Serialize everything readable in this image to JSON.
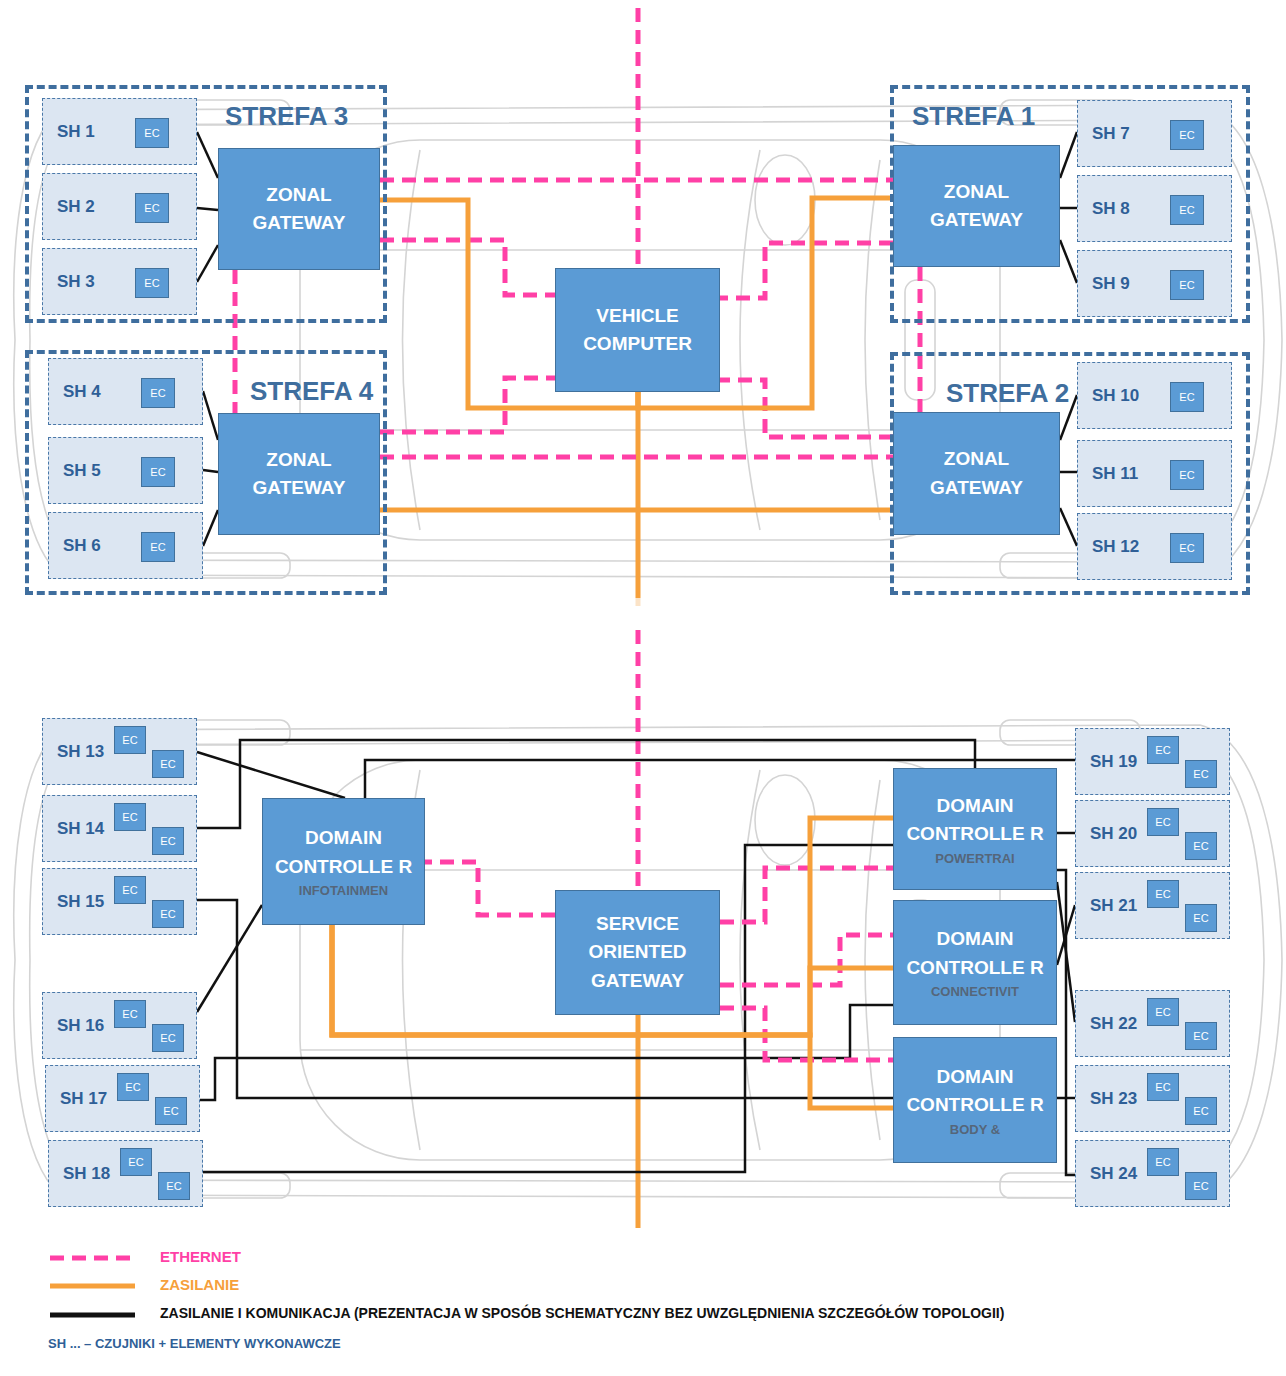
{
  "diagram": {
    "nodes": [
      {
        "text": [
          "STREFA 3"
        ]
      },
      {
        "text": [
          "SH 1"
        ],
        "in": 0
      },
      {
        "text": [
          "EC"
        ],
        "in": 1
      },
      {
        "text": [
          "SH 2"
        ],
        "in": 0
      },
      {
        "text": [
          "EC"
        ],
        "in": 3
      },
      {
        "text": [
          "SH 3"
        ],
        "in": 0
      },
      {
        "text": [
          "EC"
        ],
        "in": 5
      },
      {
        "text": [
          "ZONAL GATEWAY"
        ],
        "in": 0
      },
      {
        "text": [
          "STREFA 1"
        ]
      },
      {
        "text": [
          "ZONAL GATEWAY"
        ],
        "in": 8
      },
      {
        "text": [
          "SH 7"
        ],
        "in": 8
      },
      {
        "text": [
          "EC"
        ],
        "in": 10
      },
      {
        "text": [
          "SH 8"
        ],
        "in": 8
      },
      {
        "text": [
          "EC"
        ],
        "in": 12
      },
      {
        "text": [
          "SH 9"
        ],
        "in": 8
      },
      {
        "text": [
          "EC"
        ],
        "in": 14
      },
      {
        "text": [
          "VEHICLE COMPUTER"
        ]
      },
      {
        "text": [
          "STREFA 4"
        ]
      },
      {
        "text": [
          "SH 4"
        ],
        "in": 17
      },
      {
        "text": [
          "EC"
        ],
        "in": 18
      },
      {
        "text": [
          "SH 5"
        ],
        "in": 17
      },
      {
        "text": [
          "EC"
        ],
        "in": 20
      },
      {
        "text": [
          "SH 6"
        ],
        "in": 17
      },
      {
        "text": [
          "EC"
        ],
        "in": 22
      },
      {
        "text": [
          "ZONAL GATEWAY"
        ],
        "in": 17
      },
      {
        "text": [
          "STREFA 2"
        ]
      },
      {
        "text": [
          "ZONAL GATEWAY"
        ],
        "in": 25
      },
      {
        "text": [
          "SH 10"
        ],
        "in": 25
      },
      {
        "text": [
          "EC"
        ],
        "in": 27
      },
      {
        "text": [
          "SH 11"
        ],
        "in": 25
      },
      {
        "text": [
          "EC"
        ],
        "in": 29
      },
      {
        "text": [
          "SH 12"
        ],
        "in": 25
      },
      {
        "text": [
          "EC"
        ],
        "in": 31
      },
      {
        "text": [
          "SH 13"
        ]
      },
      {
        "text": [
          "EC"
        ],
        "in": 33
      },
      {
        "text": [
          "EC"
        ],
        "in": 33
      },
      {
        "text": [
          "SH 14"
        ]
      },
      {
        "text": [
          "EC"
        ],
        "in": 36
      },
      {
        "text": [
          "EC"
        ],
        "in": 36
      },
      {
        "text": [
          "SH 15"
        ]
      },
      {
        "text": [
          "EC"
        ],
        "in": 39
      },
      {
        "text": [
          "EC"
        ],
        "in": 39
      },
      {
        "text": [
          "DOMAIN CONTROLLE R",
          "INFOTAINMEN"
        ]
      },
      {
        "text": [
          "SERVICE ORIENTED GATEWAY"
        ]
      },
      {
        "text": [
          "SH 16"
        ]
      },
      {
        "text": [
          "EC"
        ],
        "in": 44
      },
      {
        "text": [
          "EC"
        ],
        "in": 44
      },
      {
        "text": [
          "SH 17"
        ]
      },
      {
        "text": [
          "EC"
        ],
        "in": 47
      },
      {
        "text": [
          "EC"
        ],
        "in": 47
      },
      {
        "text": [
          "SH 18"
        ]
      },
      {
        "text": [
          "EC"
        ],
        "in": 50
      },
      {
        "text": [
          "EC"
        ],
        "in": 50
      },
      {
        "text": [
          "DOMAIN CONTROLLE R",
          "POWERTRAI"
        ]
      },
      {
        "text": [
          "DOMAIN CONTROLLE R",
          "CONNECTIVIT"
        ]
      },
      {
        "text": [
          "DOMAIN CONTROLLE R",
          "BODY &"
        ]
      },
      {
        "text": [
          "SH 19"
        ]
      },
      {
        "text": [
          "EC"
        ],
        "in": 56
      },
      {
        "text": [
          "EC"
        ],
        "in": 56
      },
      {
        "text": [
          "SH 20"
        ]
      },
      {
        "text": [
          "EC"
        ],
        "in": 59
      },
      {
        "text": [
          "EC"
        ],
        "in": 59
      },
      {
        "text": [
          "SH 21"
        ]
      },
      {
        "text": [
          "EC"
        ],
        "in": 62
      },
      {
        "text": [
          "EC"
        ],
        "in": 62
      },
      {
        "text": [
          "SH 22"
        ]
      },
      {
        "text": [
          "EC"
        ],
        "in": 65
      },
      {
        "text": [
          "EC"
        ],
        "in": 65
      },
      {
        "text": [
          "SH 23"
        ]
      },
      {
        "text": [
          "EC"
        ],
        "in": 68
      },
      {
        "text": [
          "EC"
        ],
        "in": 68
      },
      {
        "text": [
          "SH 24"
        ]
      },
      {
        "text": [
          "EC"
        ],
        "in": 71
      },
      {
        "text": [
          "EC"
        ],
        "in": 71
      }
    ],
    "edges": [
      {
        "from": 1,
        "to": 7,
        "arrow": "none"
      },
      {
        "from": 3,
        "to": 7,
        "arrow": "none"
      },
      {
        "from": 5,
        "to": 7,
        "arrow": "none"
      },
      {
        "from": 10,
        "to": 9,
        "arrow": "none"
      },
      {
        "from": 12,
        "to": 9,
        "arrow": "none"
      },
      {
        "from": 14,
        "to": 9,
        "arrow": "none"
      },
      {
        "from": 18,
        "to": 24,
        "arrow": "none"
      },
      {
        "from": 20,
        "to": 24,
        "arrow": "none"
      },
      {
        "from": 22,
        "to": 24,
        "arrow": "none"
      },
      {
        "from": 27,
        "to": 26,
        "arrow": "none"
      },
      {
        "from": 29,
        "to": 26,
        "arrow": "none"
      },
      {
        "from": 31,
        "to": 26,
        "arrow": "none"
      },
      {
        "from": 7,
        "to": 16,
        "arrow": "none"
      },
      {
        "from": 7,
        "to": 9,
        "arrow": "none"
      },
      {
        "from": 7,
        "to": 24,
        "arrow": "none"
      },
      {
        "from": 24,
        "to": 16,
        "arrow": "none"
      },
      {
        "from": 24,
        "to": 26,
        "arrow": "none"
      },
      {
        "from": 9,
        "to": 16,
        "arrow": "none"
      },
      {
        "from": 9,
        "to": 26,
        "arrow": "none"
      },
      {
        "from": 26,
        "to": 16,
        "arrow": "none"
      },
      {
        "from": 7,
        "to": 16,
        "arrow": "none"
      },
      {
        "from": 9,
        "to": 16,
        "arrow": "none"
      },
      {
        "from": 24,
        "to": 26,
        "arrow": "none"
      },
      {
        "from": 33,
        "to": 42,
        "arrow": "none"
      },
      {
        "from": 36,
        "to": 53,
        "arrow": "none"
      },
      {
        "from": 56,
        "to": 42,
        "arrow": "none"
      },
      {
        "from": 39,
        "to": 55,
        "arrow": "none"
      },
      {
        "from": 44,
        "to": 42,
        "arrow": "none"
      },
      {
        "from": 47,
        "to": 54,
        "arrow": "none"
      },
      {
        "from": 50,
        "to": 53,
        "arrow": "none"
      },
      {
        "from": 59,
        "to": 53,
        "arrow": "none"
      },
      {
        "from": 62,
        "to": 54,
        "arrow": "none"
      },
      {
        "from": 65,
        "to": 53,
        "arrow": "none"
      },
      {
        "from": 68,
        "to": 55,
        "arrow": "none"
      },
      {
        "from": 71,
        "to": 53,
        "arrow": "none"
      },
      {
        "from": 43,
        "to": 42,
        "arrow": "none"
      },
      {
        "from": 43,
        "to": 53,
        "arrow": "none"
      },
      {
        "from": 43,
        "to": 54,
        "arrow": "none"
      },
      {
        "from": 43,
        "to": 55,
        "arrow": "none"
      },
      {
        "from": 42,
        "to": 53,
        "arrow": "none"
      },
      {
        "from": 42,
        "to": 54,
        "arrow": "none"
      },
      {
        "from": 42,
        "to": 55,
        "arrow": "none"
      }
    ],
    "labels": [
      "SH ... – CZUJNIKI + ELEMENTY WYKONAWCZE"
    ],
    "legend": [
      {
        "text": "ETHERNET"
      },
      {
        "text": "ZASILANIE"
      },
      {
        "text": "ZASILANIE I KOMUNIKACJA (PREZENTACJA W SPOSÓB SCHEMATYCZNY BEZ UWZGLĘDNIENIA SZCZEGÓŁÓW TOPOLOGII)"
      }
    ]
  }
}
